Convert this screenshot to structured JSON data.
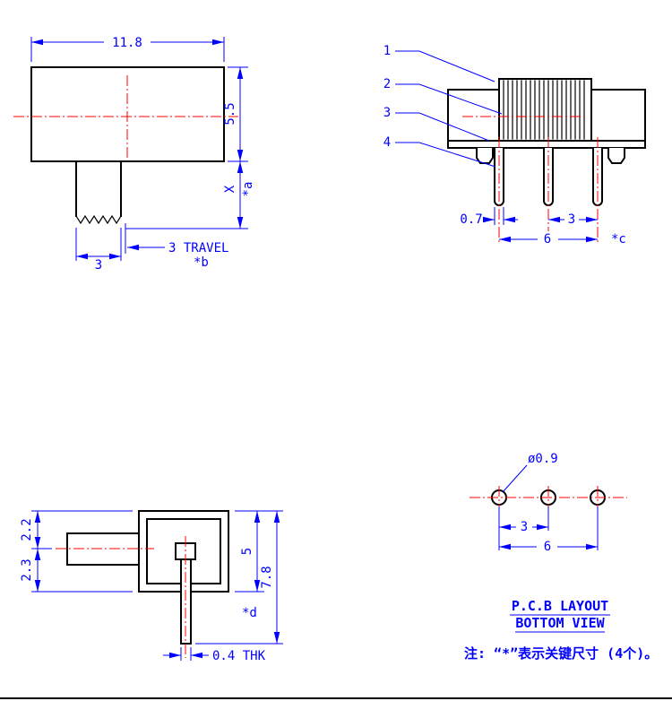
{
  "colors": {
    "object_line": "#000000",
    "dimension": "#0000ff",
    "centerline": "#ff0000",
    "background": "#ffffff"
  },
  "front_view": {
    "body_width": "11.8",
    "body_height": "5.5",
    "stem_length": "X",
    "key_a": "*a",
    "travel": "3 TRAVEL",
    "key_b": "*b",
    "stem_width": "3"
  },
  "side_view": {
    "callouts": [
      "1",
      "2",
      "3",
      "4"
    ],
    "pin_width": "0.7",
    "pin_pitch": "3",
    "pin_span": "6",
    "key_c": "*c"
  },
  "profile_view": {
    "upper_offset": "2.2",
    "lower_offset": "2.3",
    "body_depth": "5",
    "overall_depth": "7.8",
    "key_d": "*d",
    "thickness": "0.4 THK"
  },
  "pcb_view": {
    "hole_diameter": "ø0.9",
    "hole_pitch": "3",
    "hole_span": "6",
    "title": "P.C.B LAYOUT",
    "subtitle": "BOTTOM VIEW"
  },
  "note": "注: “*”表示关键尺寸 (4个)。"
}
